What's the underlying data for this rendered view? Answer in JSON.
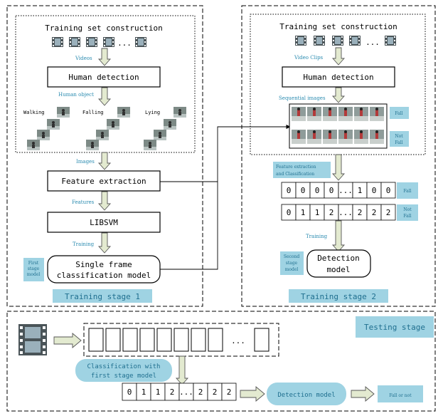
{
  "stage1": {
    "title": "Training set construction",
    "ellipsis": "...",
    "videos_label": "Videos",
    "human_detection": "Human detection",
    "human_object_label": "Human object",
    "walking": "Walking",
    "falling": "Falling",
    "lying": "Lying",
    "images_label": "Images",
    "feature_extraction": "Feature extraction",
    "features_label": "Features",
    "libsvm": "LIBSVM",
    "training_label": "Training",
    "model_line1": "Single frame",
    "model_line2": "classification model",
    "first_stage_tag": [
      "First",
      "stage",
      "model"
    ],
    "stage_label": "Training stage 1"
  },
  "stage2": {
    "title": "Training set construction",
    "ellipsis": "...",
    "video_clips_label": "Video Clips",
    "human_detection": "Human detection",
    "sequential_images_label": "Sequential images",
    "fall_tag": "Fall",
    "not_fall_tag": [
      "Not",
      "Fall"
    ],
    "fe_label_line1": "Feature extraction",
    "fe_label_line2": "and Classification",
    "seq1": [
      "0",
      "0",
      "0",
      "0",
      "...",
      "1",
      "0",
      "0"
    ],
    "seq1_tag": "Fall",
    "seq2": [
      "0",
      "1",
      "1",
      "2",
      "...",
      "2",
      "2",
      "2"
    ],
    "seq2_tag": [
      "Not",
      "Fall"
    ],
    "training_label": "Training",
    "second_stage_tag": [
      "Second",
      "stage",
      "model"
    ],
    "detection_model_line1": "Detection",
    "detection_model_line2": "model",
    "stage_label": "Training stage 2"
  },
  "testing": {
    "stage_label": "Testing stage",
    "ellipsis": "...",
    "classification_line1": "Classification with",
    "classification_line2": "first stage model",
    "sequence": [
      "0",
      "1",
      "1",
      "2",
      "...",
      "2",
      "2",
      "2"
    ],
    "detection_model": "Detection model",
    "output": "Fall or not"
  }
}
